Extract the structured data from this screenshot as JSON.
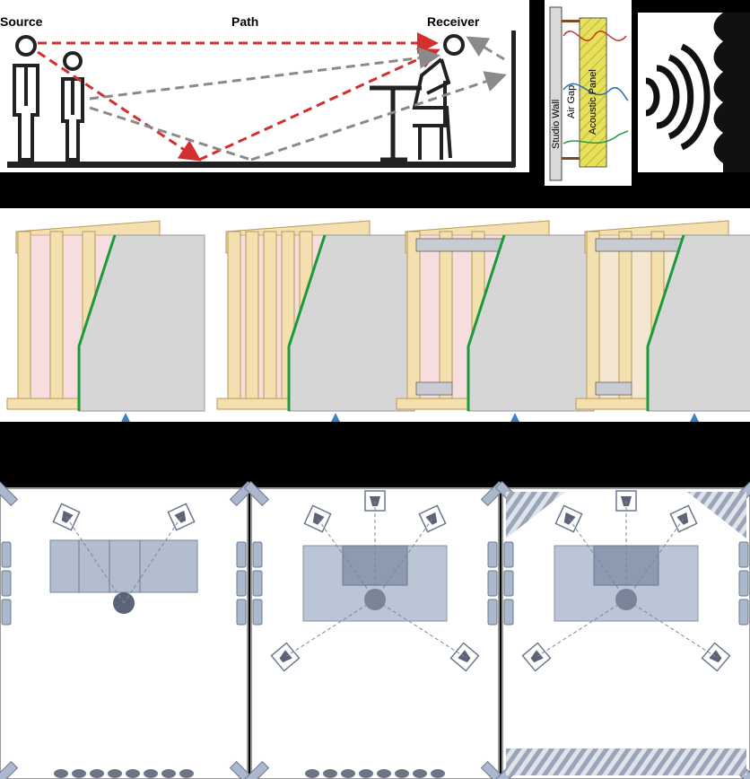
{
  "top": {
    "labels": {
      "source": "Source",
      "path": "Path",
      "receiver": "Receiver"
    },
    "panel_labels": {
      "studio_wall": "Studio Wall",
      "air_gap": "Air Gap",
      "acoustic_panel": "Acoustic Panel"
    }
  },
  "walls": {
    "count": 4,
    "variants": [
      "single-stud",
      "staggered-stud",
      "resilient-channel",
      "resilient-channel-no-insulation"
    ]
  },
  "rooms": {
    "count": 3,
    "variants": [
      "stereo-near-wall",
      "surround-5-speaker",
      "surround-with-diffusers"
    ]
  },
  "colors": {
    "background": "#000000",
    "panel_bg": "#ffffff",
    "direct_path": "#d32f2f",
    "reflected_path": "#8a8a8a",
    "stud": "#f4dfae",
    "insulation": "#f6dede",
    "drywall": "#d6d6d6",
    "green_seal": "#1a9a3a",
    "room_blue": "#aab7cc",
    "room_edge": "#6a7890"
  }
}
